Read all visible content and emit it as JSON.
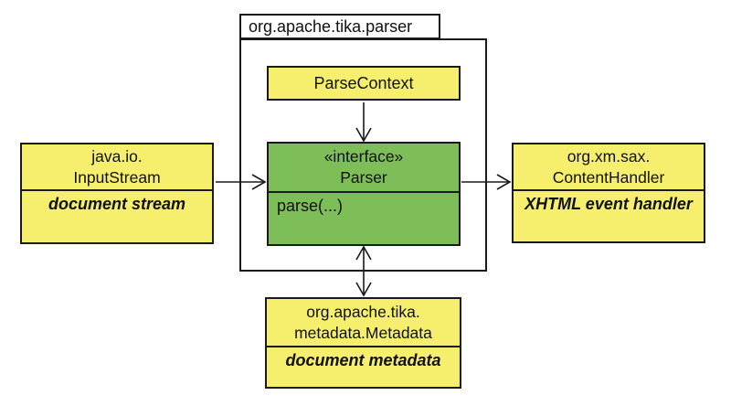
{
  "diagram": {
    "package": {
      "label": "org.apache.tika.parser"
    },
    "nodes": {
      "parse_context": {
        "title": "ParseContext"
      },
      "parser": {
        "stereotype": "«interface»",
        "name": "Parser",
        "method": "parse(...)"
      },
      "input_stream": {
        "line1": "java.io.",
        "line2": "InputStream",
        "note": "document stream"
      },
      "content_handler": {
        "line1": "org.xm.sax.",
        "line2": "ContentHandler",
        "note": "XHTML event handler"
      },
      "metadata": {
        "line1": "org.apache.tika.",
        "line2": "metadata.Metadata",
        "note": "document metadata"
      }
    },
    "arrows": [
      {
        "name": "parsecontext-to-parser",
        "direction": "down"
      },
      {
        "name": "inputstream-to-parser",
        "direction": "right"
      },
      {
        "name": "parser-to-contenthandler",
        "direction": "right"
      },
      {
        "name": "parser-metadata",
        "direction": "bidirectional"
      }
    ],
    "colors": {
      "node_yellow": "#F6EF6D",
      "interface_green": "#7DBE59",
      "border": "#1A1A1A",
      "background": "#FFFFFF"
    }
  }
}
